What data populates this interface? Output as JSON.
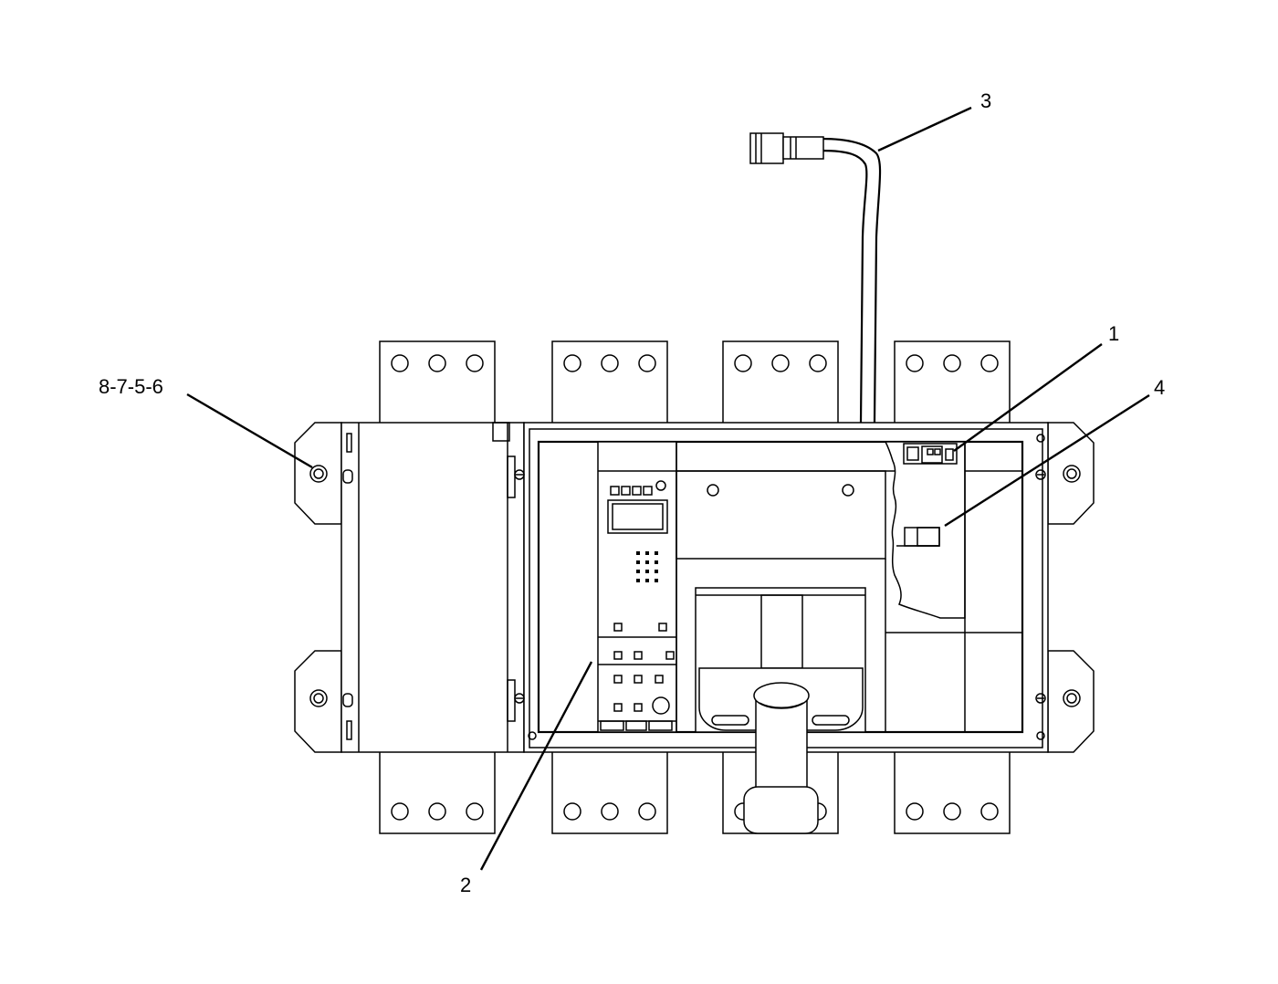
{
  "diagram": {
    "callouts": [
      {
        "id": "ref",
        "label": "8-7-5-6"
      },
      {
        "id": "c1",
        "label": "1"
      },
      {
        "id": "c2",
        "label": "2"
      },
      {
        "id": "c3",
        "label": "3"
      },
      {
        "id": "c4",
        "label": "4"
      }
    ],
    "colors": {
      "line": "#000000",
      "background": "#ffffff"
    }
  }
}
